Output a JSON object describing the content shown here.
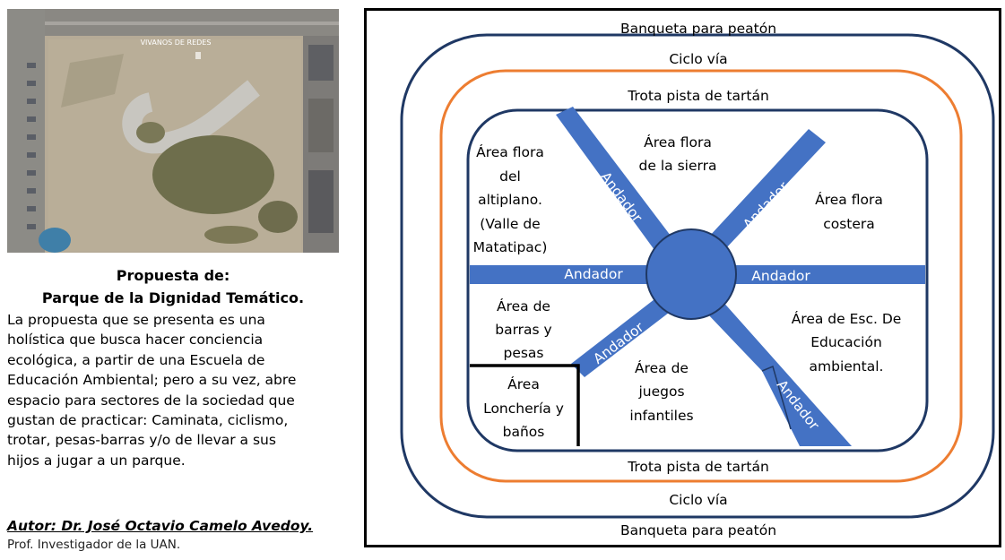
{
  "left_panel": {
    "photo": {
      "sign_text": "VIVANOS DE REDES"
    },
    "title_line1": "Propuesta de:",
    "title_line2": "Parque de la Dignidad Temático.",
    "body_lines": [
      "La propuesta que se presenta es una",
      "holística que busca hacer conciencia",
      "ecológica, a partir de una Escuela de",
      "Educación Ambiental; pero a su vez, abre",
      "espacio para sectores de la sociedad que",
      "gustan de practicar: Caminata, ciclismo,",
      "trotar, pesas-barras y/o de llevar a sus",
      "hijos a jugar a un parque."
    ],
    "author": "Autor: Dr. José Octavio Camelo Avedoy.",
    "affiliation": "Prof. Investigador de la UAN."
  },
  "diagram": {
    "colors": {
      "navy": "#1F3864",
      "orange": "#ED7D31",
      "path_blue": "#4472C4",
      "frame": "#000000"
    },
    "banqueta_top": "Banqueta para peatón",
    "ciclo_top": "Ciclo vía",
    "trota_top": "Trota pista de tartán",
    "trota_bottom": "Trota pista de tartán",
    "ciclo_bottom": "Ciclo vía",
    "banqueta_bottom": "Banqueta para peatón",
    "area_altiplano": [
      "Área flora",
      "del",
      "altiplano.",
      "(Valle de",
      "Matatipac)"
    ],
    "area_sierra": [
      "Área flora",
      "de la sierra"
    ],
    "area_costera": [
      "Área flora",
      "costera"
    ],
    "area_barras": [
      "Área de",
      "barras y",
      "pesas"
    ],
    "area_loncheria": [
      "Área",
      "Lonchería y",
      "baños"
    ],
    "area_juegos": [
      "Área de",
      "juegos",
      "infantiles"
    ],
    "area_escuela": [
      "Área de Esc. De",
      "Educación",
      "ambiental."
    ],
    "andador_label": "Andador"
  }
}
